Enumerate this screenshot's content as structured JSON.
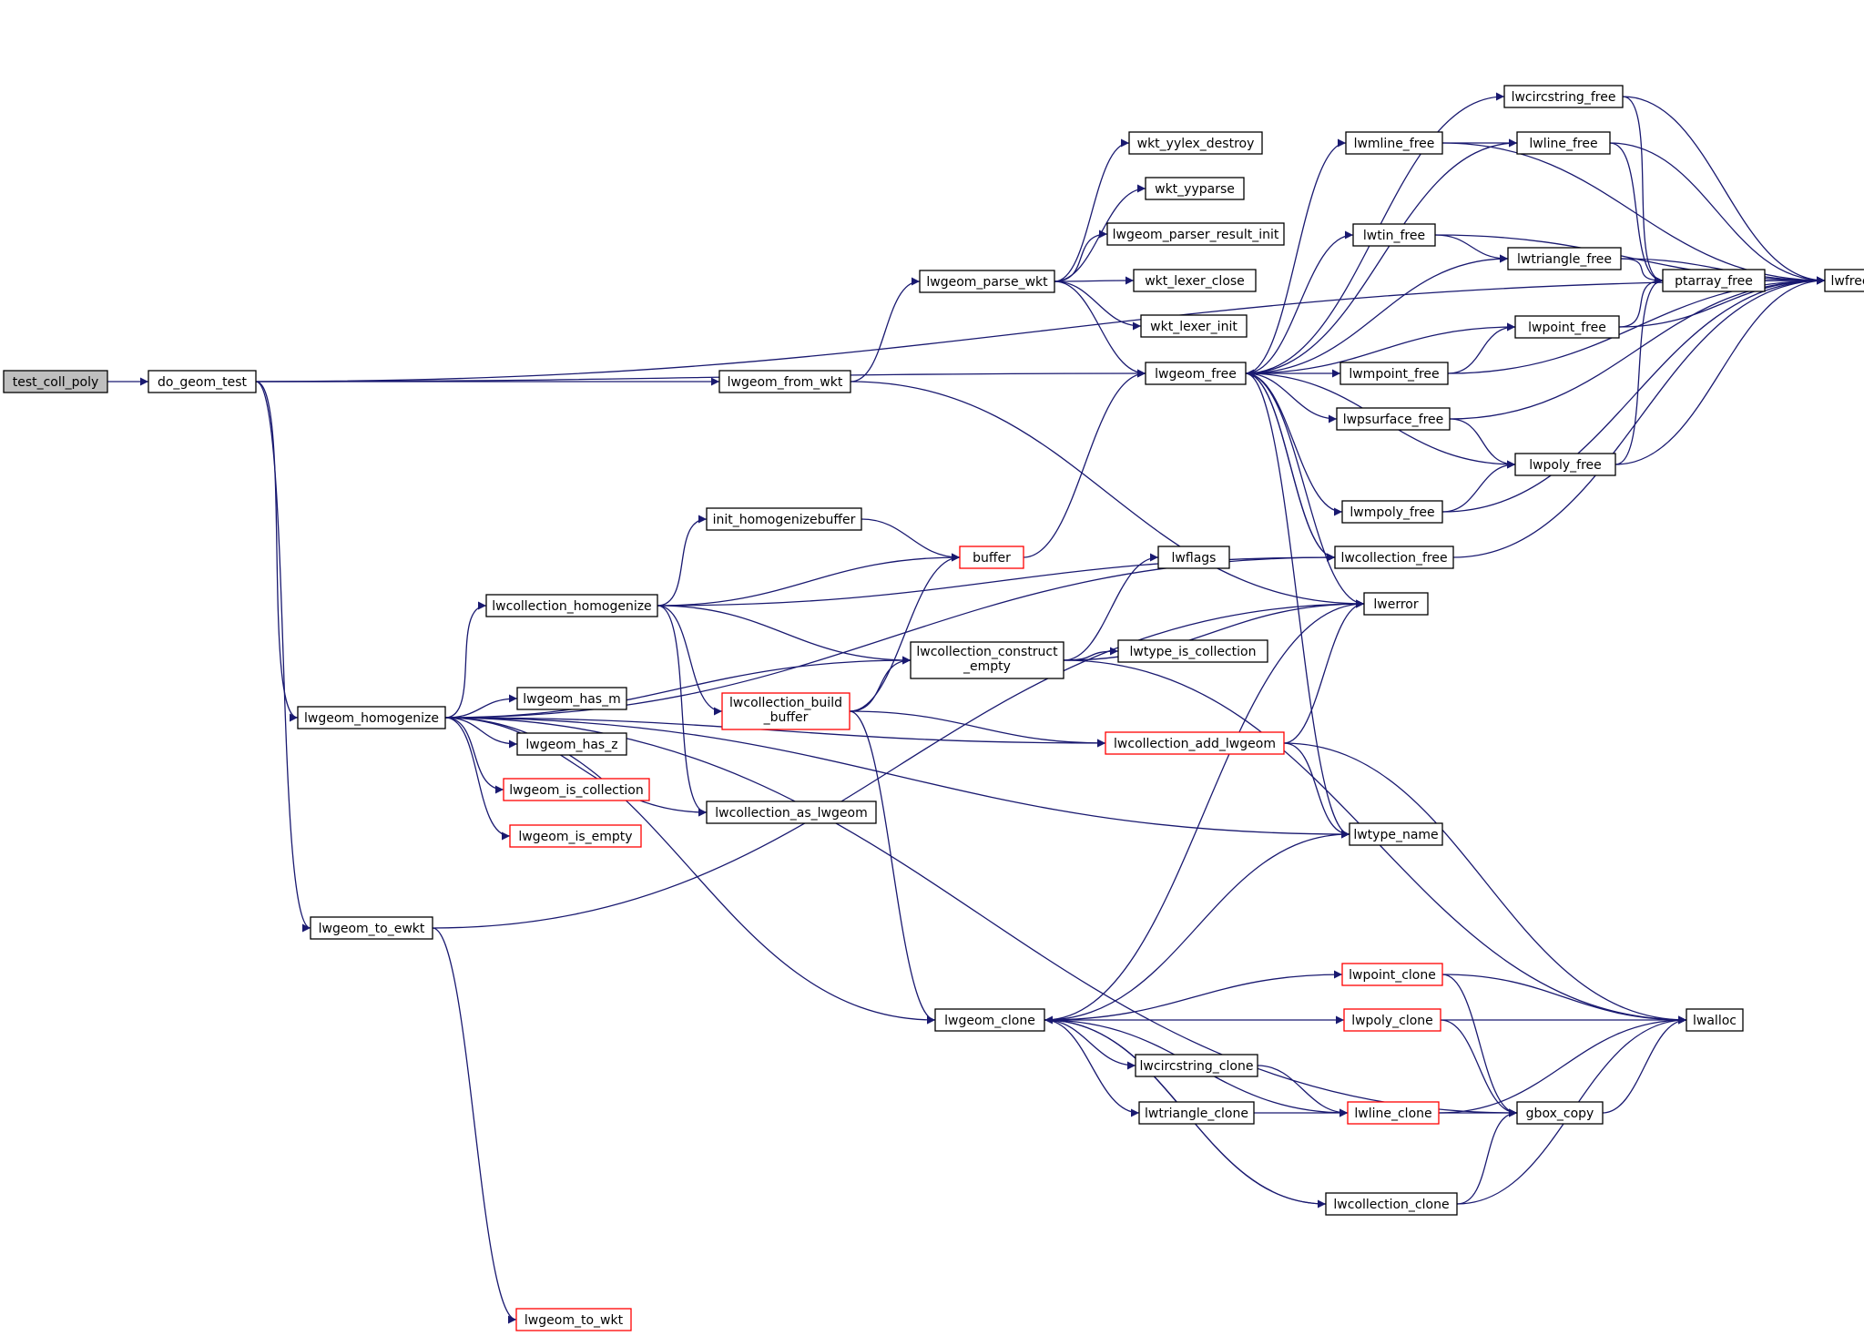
{
  "colors": {
    "edge": "#191970",
    "node_border": "#000000",
    "node_border_partial": "#ff0000",
    "root_fill": "#bfbfbf",
    "node_fill": "#ffffff"
  },
  "nodes": [
    {
      "id": "test_coll_poly",
      "label": "test_coll_poly",
      "style": "root"
    },
    {
      "id": "do_geom_test",
      "label": "do_geom_test",
      "style": "normal"
    },
    {
      "id": "lwgeom_from_wkt",
      "label": "lwgeom_from_wkt",
      "style": "normal"
    },
    {
      "id": "lwgeom_parse_wkt",
      "label": "lwgeom_parse_wkt",
      "style": "normal"
    },
    {
      "id": "wkt_yylex_destroy",
      "label": "wkt_yylex_destroy",
      "style": "normal"
    },
    {
      "id": "wkt_yyparse",
      "label": "wkt_yyparse",
      "style": "normal"
    },
    {
      "id": "lwgeom_parser_result_init",
      "label": "lwgeom_parser_result_init",
      "style": "normal"
    },
    {
      "id": "wkt_lexer_close",
      "label": "wkt_lexer_close",
      "style": "normal"
    },
    {
      "id": "wkt_lexer_init",
      "label": "wkt_lexer_init",
      "style": "normal"
    },
    {
      "id": "lwgeom_free",
      "label": "lwgeom_free",
      "style": "normal"
    },
    {
      "id": "lwcircstring_free",
      "label": "lwcircstring_free",
      "style": "normal"
    },
    {
      "id": "lwmline_free",
      "label": "lwmline_free",
      "style": "normal"
    },
    {
      "id": "lwline_free",
      "label": "lwline_free",
      "style": "normal"
    },
    {
      "id": "lwtin_free",
      "label": "lwtin_free",
      "style": "normal"
    },
    {
      "id": "lwtriangle_free",
      "label": "lwtriangle_free",
      "style": "normal"
    },
    {
      "id": "ptarray_free",
      "label": "ptarray_free",
      "style": "normal"
    },
    {
      "id": "lwfree",
      "label": "lwfree",
      "style": "normal"
    },
    {
      "id": "lwpoint_free",
      "label": "lwpoint_free",
      "style": "normal"
    },
    {
      "id": "lwmpoint_free",
      "label": "lwmpoint_free",
      "style": "normal"
    },
    {
      "id": "lwpsurface_free",
      "label": "lwpsurface_free",
      "style": "normal"
    },
    {
      "id": "lwpoly_free",
      "label": "lwpoly_free",
      "style": "normal"
    },
    {
      "id": "lwmpoly_free",
      "label": "lwmpoly_free",
      "style": "normal"
    },
    {
      "id": "lwcollection_free",
      "label": "lwcollection_free",
      "style": "normal"
    },
    {
      "id": "lwerror",
      "label": "lwerror",
      "style": "normal"
    },
    {
      "id": "lwtype_name",
      "label": "lwtype_name",
      "style": "normal"
    },
    {
      "id": "lwgeom_homogenize",
      "label": "lwgeom_homogenize",
      "style": "normal"
    },
    {
      "id": "init_homogenizebuffer",
      "label": "init_homogenizebuffer",
      "style": "normal"
    },
    {
      "id": "buffer",
      "label": "buffer",
      "style": "partial"
    },
    {
      "id": "lwcollection_homogenize",
      "label": "lwcollection_homogenize",
      "style": "normal"
    },
    {
      "id": "lwflags",
      "label": "lwflags",
      "style": "normal"
    },
    {
      "id": "lwcollection_construct_empty",
      "label": "lwcollection_construct",
      "label2": "_empty",
      "style": "normal"
    },
    {
      "id": "lwtype_is_collection",
      "label": "lwtype_is_collection",
      "style": "normal"
    },
    {
      "id": "lwcollection_build_buffer",
      "label": "lwcollection_build",
      "label2": "_buffer",
      "style": "partial"
    },
    {
      "id": "lwcollection_add_lwgeom",
      "label": "lwcollection_add_lwgeom",
      "style": "partial"
    },
    {
      "id": "lwgeom_has_m",
      "label": "lwgeom_has_m",
      "style": "normal"
    },
    {
      "id": "lwgeom_has_z",
      "label": "lwgeom_has_z",
      "style": "normal"
    },
    {
      "id": "lwgeom_is_collection",
      "label": "lwgeom_is_collection",
      "style": "partial"
    },
    {
      "id": "lwcollection_as_lwgeom",
      "label": "lwcollection_as_lwgeom",
      "style": "normal"
    },
    {
      "id": "lwgeom_is_empty",
      "label": "lwgeom_is_empty",
      "style": "partial"
    },
    {
      "id": "lwgeom_to_ewkt",
      "label": "lwgeom_to_ewkt",
      "style": "normal"
    },
    {
      "id": "lwgeom_clone",
      "label": "lwgeom_clone",
      "style": "normal"
    },
    {
      "id": "lwpoint_clone",
      "label": "lwpoint_clone",
      "style": "partial"
    },
    {
      "id": "lwpoly_clone",
      "label": "lwpoly_clone",
      "style": "partial"
    },
    {
      "id": "lwalloc",
      "label": "lwalloc",
      "style": "normal"
    },
    {
      "id": "lwcircstring_clone",
      "label": "lwcircstring_clone",
      "style": "normal"
    },
    {
      "id": "lwtriangle_clone",
      "label": "lwtriangle_clone",
      "style": "normal"
    },
    {
      "id": "lwline_clone",
      "label": "lwline_clone",
      "style": "partial"
    },
    {
      "id": "gbox_copy",
      "label": "gbox_copy",
      "style": "normal"
    },
    {
      "id": "lwcollection_clone",
      "label": "lwcollection_clone",
      "style": "normal"
    },
    {
      "id": "lwgeom_to_wkt",
      "label": "lwgeom_to_wkt",
      "style": "partial"
    }
  ],
  "edges": [
    [
      "test_coll_poly",
      "do_geom_test"
    ],
    [
      "do_geom_test",
      "lwfree"
    ],
    [
      "do_geom_test",
      "lwgeom_free"
    ],
    [
      "do_geom_test",
      "lwgeom_from_wkt"
    ],
    [
      "do_geom_test",
      "lwgeom_homogenize"
    ],
    [
      "do_geom_test",
      "lwgeom_to_ewkt"
    ],
    [
      "lwgeom_from_wkt",
      "lwgeom_parse_wkt"
    ],
    [
      "lwgeom_from_wkt",
      "lwerror"
    ],
    [
      "lwgeom_parse_wkt",
      "wkt_yylex_destroy"
    ],
    [
      "lwgeom_parse_wkt",
      "wkt_yyparse"
    ],
    [
      "lwgeom_parse_wkt",
      "lwgeom_parser_result_init"
    ],
    [
      "lwgeom_parse_wkt",
      "wkt_lexer_close"
    ],
    [
      "lwgeom_parse_wkt",
      "wkt_lexer_init"
    ],
    [
      "lwgeom_parse_wkt",
      "lwgeom_free"
    ],
    [
      "lwgeom_free",
      "lwcircstring_free"
    ],
    [
      "lwgeom_free",
      "lwmline_free"
    ],
    [
      "lwgeom_free",
      "lwline_free"
    ],
    [
      "lwgeom_free",
      "lwtin_free"
    ],
    [
      "lwgeom_free",
      "lwtriangle_free"
    ],
    [
      "lwgeom_free",
      "lwpoint_free"
    ],
    [
      "lwgeom_free",
      "lwmpoint_free"
    ],
    [
      "lwgeom_free",
      "lwpsurface_free"
    ],
    [
      "lwgeom_free",
      "lwpoly_free"
    ],
    [
      "lwgeom_free",
      "lwmpoly_free"
    ],
    [
      "lwgeom_free",
      "lwcollection_free"
    ],
    [
      "lwgeom_free",
      "lwerror"
    ],
    [
      "lwgeom_free",
      "lwtype_name"
    ],
    [
      "lwcircstring_free",
      "ptarray_free"
    ],
    [
      "lwcircstring_free",
      "lwfree"
    ],
    [
      "lwmline_free",
      "lwline_free"
    ],
    [
      "lwmline_free",
      "lwfree"
    ],
    [
      "lwline_free",
      "ptarray_free"
    ],
    [
      "lwline_free",
      "lwfree"
    ],
    [
      "lwtin_free",
      "lwtriangle_free"
    ],
    [
      "lwtin_free",
      "lwfree"
    ],
    [
      "lwtriangle_free",
      "ptarray_free"
    ],
    [
      "lwtriangle_free",
      "lwfree"
    ],
    [
      "ptarray_free",
      "lwfree"
    ],
    [
      "lwpoint_free",
      "ptarray_free"
    ],
    [
      "lwpoint_free",
      "lwfree"
    ],
    [
      "lwmpoint_free",
      "lwpoint_free"
    ],
    [
      "lwmpoint_free",
      "lwfree"
    ],
    [
      "lwpsurface_free",
      "lwpoly_free"
    ],
    [
      "lwpsurface_free",
      "lwfree"
    ],
    [
      "lwpoly_free",
      "ptarray_free"
    ],
    [
      "lwpoly_free",
      "lwfree"
    ],
    [
      "lwmpoly_free",
      "lwpoly_free"
    ],
    [
      "lwmpoly_free",
      "lwfree"
    ],
    [
      "lwcollection_free",
      "lwgeom_free"
    ],
    [
      "lwcollection_free",
      "lwfree"
    ],
    [
      "lwgeom_homogenize",
      "lwcollection_homogenize"
    ],
    [
      "lwgeom_homogenize",
      "lwcollection_free"
    ],
    [
      "lwgeom_homogenize",
      "lwcollection_construct_empty"
    ],
    [
      "lwgeom_homogenize",
      "lwcollection_add_lwgeom"
    ],
    [
      "lwgeom_homogenize",
      "lwgeom_has_m"
    ],
    [
      "lwgeom_homogenize",
      "lwgeom_has_z"
    ],
    [
      "lwgeom_homogenize",
      "lwgeom_is_collection"
    ],
    [
      "lwgeom_homogenize",
      "lwgeom_is_empty"
    ],
    [
      "lwgeom_homogenize",
      "lwcollection_as_lwgeom"
    ],
    [
      "lwgeom_homogenize",
      "lwtype_name"
    ],
    [
      "lwgeom_homogenize",
      "lwgeom_clone"
    ],
    [
      "lwgeom_homogenize",
      "gbox_copy"
    ],
    [
      "lwcollection_homogenize",
      "init_homogenizebuffer"
    ],
    [
      "lwcollection_homogenize",
      "buffer"
    ],
    [
      "lwcollection_homogenize",
      "lwcollection_free"
    ],
    [
      "lwcollection_homogenize",
      "lwcollection_construct_empty"
    ],
    [
      "lwcollection_homogenize",
      "lwcollection_build_buffer"
    ],
    [
      "lwcollection_homogenize",
      "lwcollection_as_lwgeom"
    ],
    [
      "init_homogenizebuffer",
      "buffer"
    ],
    [
      "buffer",
      "lwgeom_free"
    ],
    [
      "lwcollection_build_buffer",
      "buffer"
    ],
    [
      "lwcollection_build_buffer",
      "lwcollection_construct_empty"
    ],
    [
      "lwcollection_build_buffer",
      "lwcollection_add_lwgeom"
    ],
    [
      "lwcollection_build_buffer",
      "lwgeom_clone"
    ],
    [
      "lwcollection_construct_empty",
      "lwflags"
    ],
    [
      "lwcollection_construct_empty",
      "lwerror"
    ],
    [
      "lwcollection_construct_empty",
      "lwtype_is_collection"
    ],
    [
      "lwcollection_construct_empty",
      "lwalloc"
    ],
    [
      "lwcollection_add_lwgeom",
      "lwerror"
    ],
    [
      "lwcollection_add_lwgeom",
      "lwtype_name"
    ],
    [
      "lwcollection_add_lwgeom",
      "lwalloc"
    ],
    [
      "lwgeom_to_ewkt",
      "lwerror"
    ],
    [
      "lwgeom_to_ewkt",
      "lwgeom_to_wkt"
    ],
    [
      "lwgeom_clone",
      "lwerror"
    ],
    [
      "lwgeom_clone",
      "lwtype_name"
    ],
    [
      "lwgeom_clone",
      "lwpoint_clone"
    ],
    [
      "lwgeom_clone",
      "lwpoly_clone"
    ],
    [
      "lwgeom_clone",
      "lwcircstring_clone"
    ],
    [
      "lwgeom_clone",
      "lwtriangle_clone"
    ],
    [
      "lwgeom_clone",
      "lwline_clone"
    ],
    [
      "lwgeom_clone",
      "lwcollection_clone"
    ],
    [
      "lwpoint_clone",
      "lwalloc"
    ],
    [
      "lwpoint_clone",
      "gbox_copy"
    ],
    [
      "lwpoly_clone",
      "lwalloc"
    ],
    [
      "lwpoly_clone",
      "gbox_copy"
    ],
    [
      "lwcircstring_clone",
      "lwline_clone"
    ],
    [
      "lwtriangle_clone",
      "lwline_clone"
    ],
    [
      "lwline_clone",
      "lwalloc"
    ],
    [
      "lwline_clone",
      "gbox_copy"
    ],
    [
      "gbox_copy",
      "lwalloc"
    ],
    [
      "lwcollection_clone",
      "gbox_copy"
    ],
    [
      "lwcollection_clone",
      "lwalloc"
    ],
    [
      "lwcollection_clone",
      "lwgeom_clone"
    ]
  ]
}
